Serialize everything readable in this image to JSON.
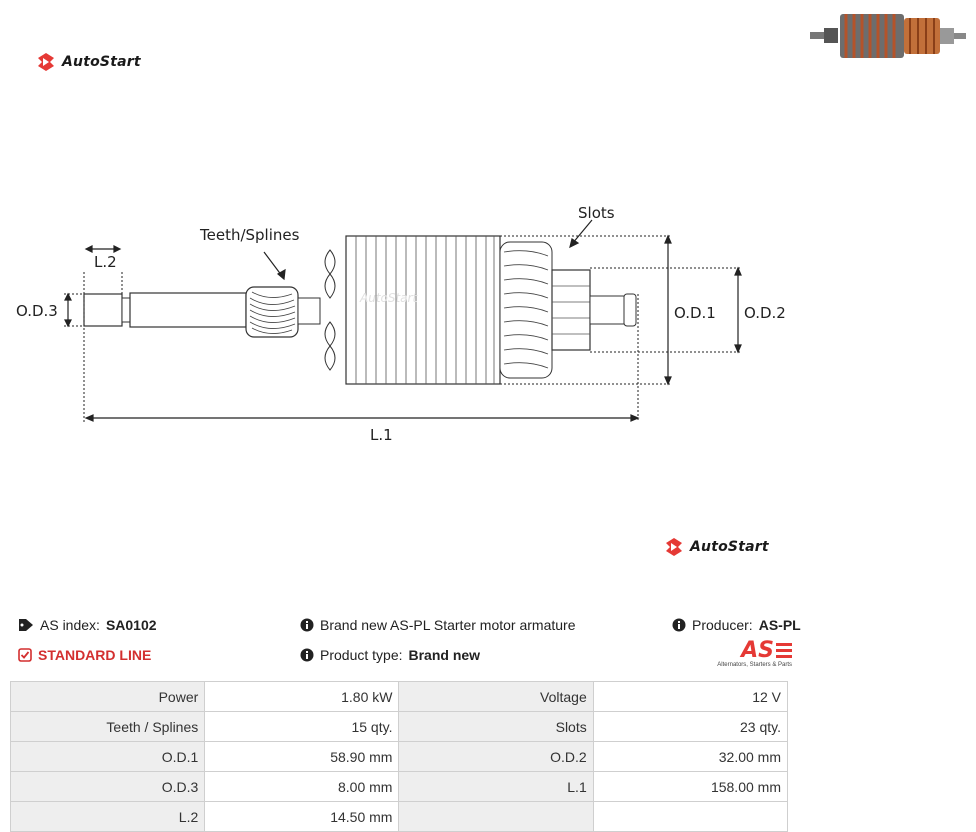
{
  "brand": {
    "name": "AutoStart"
  },
  "diagram": {
    "labels": {
      "teeth": "Teeth/Splines",
      "slots": "Slots",
      "l2": "L.2",
      "od3": "O.D.3",
      "od1": "O.D.1",
      "od2": "O.D.2",
      "l1": "L.1"
    },
    "watermark": "AutoStart"
  },
  "info": {
    "as_index_label": "AS index:",
    "as_index_value": "SA0102",
    "line": "STANDARD LINE",
    "description": "Brand new AS-PL Starter motor armature",
    "product_type_label": "Product type:",
    "product_type_value": "Brand new",
    "producer_label": "Producer:",
    "producer_value": "AS-PL",
    "producer_logo_text": "AS",
    "producer_logo_tagline": "Alternators, Starters & Parts"
  },
  "specs": [
    {
      "l1": "Power",
      "v1": "1.80 kW",
      "l2": "Voltage",
      "v2": "12 V"
    },
    {
      "l1": "Teeth / Splines",
      "v1": "15 qty.",
      "l2": "Slots",
      "v2": "23 qty."
    },
    {
      "l1": "O.D.1",
      "v1": "58.90 mm",
      "l2": "O.D.2",
      "v2": "32.00 mm"
    },
    {
      "l1": "O.D.3",
      "v1": "8.00 mm",
      "l2": "L.1",
      "v2": "158.00 mm"
    },
    {
      "l1": "L.2",
      "v1": "14.50 mm",
      "l2": "",
      "v2": ""
    }
  ],
  "colors": {
    "accent_red": "#d32f2f",
    "brand_red": "#e53935"
  }
}
